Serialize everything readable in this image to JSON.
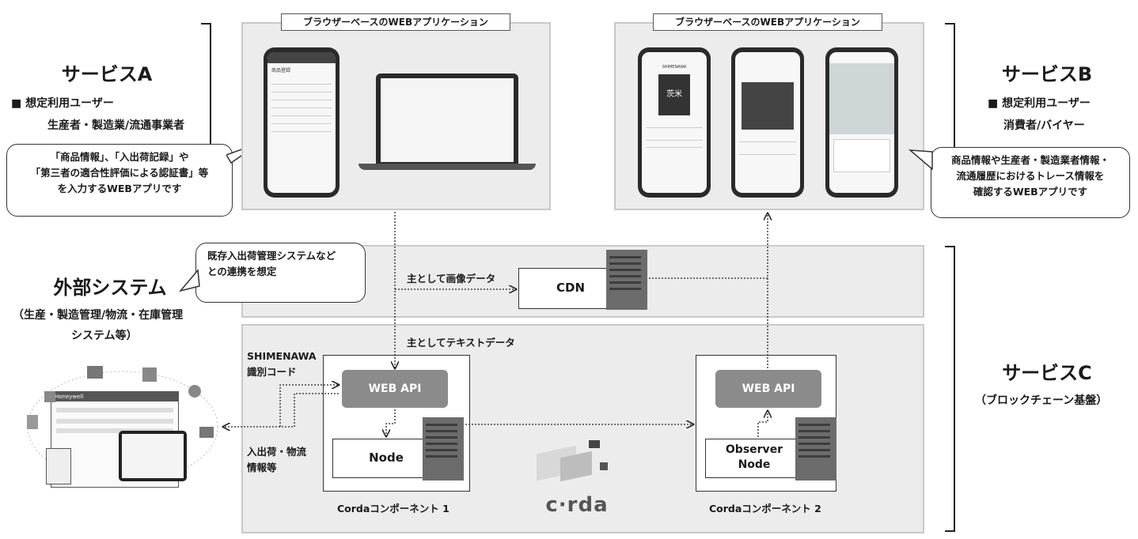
{
  "service_a": {
    "title": "サービスA",
    "bullet": "■ 想定利用ユーザー",
    "users": "生産者・製造業/流通事業者",
    "bubble_lines": [
      "「商品情報」、「入出荷記録」や",
      "「第三者の適合性評価による認証書」等",
      "を入力するWEBアプリです"
    ]
  },
  "service_b": {
    "title": "サービスB",
    "bullet": "■ 想定利用ユーザー",
    "users": "消費者/バイヤー",
    "bubble_lines": [
      "商品情報や生産者・製造業者情報・",
      "流通履歴におけるトレース情報を",
      "確認するWEBアプリです"
    ]
  },
  "service_c": {
    "title": "サービスC",
    "subtitle": "（ブロックチェーン基盤）"
  },
  "external": {
    "title": "外部システム",
    "subtitle_lines": [
      "（生産・製造管理/物流・在庫管理",
      "システム等）"
    ],
    "bubble_lines": [
      "既存入出荷管理システムなど",
      "との連携を想定"
    ]
  },
  "browser_label_left": "ブラウザーベースのWEBアプリケーション",
  "browser_label_right": "ブラウザーベースのWEBアプリケーション",
  "cdn": {
    "label": "CDN",
    "flow_label": "主として画像データ"
  },
  "text_flow_label": "主としてテキストデータ",
  "shimenawa_lines": [
    "SHIMENAWA",
    "識別コード"
  ],
  "shipping_lines": [
    "入出荷・物流",
    "情報等"
  ],
  "component1": {
    "api": "WEB API",
    "node": "Node",
    "caption": "Cordaコンポーネント 1"
  },
  "component2": {
    "api": "WEB API",
    "node_lines": [
      "Observer",
      "Node"
    ],
    "caption": "Cordaコンポーネント 2"
  },
  "corda_logo": "c·rda",
  "honeywell": "Honeywell",
  "app_a_title": "商品登録",
  "app_b_tile_text": "茨米",
  "app_b_header": "SHIMENAWA",
  "colors": {
    "panel": "#ececec",
    "api_box": "#8b8b8b",
    "server": "#6c6c6c"
  }
}
